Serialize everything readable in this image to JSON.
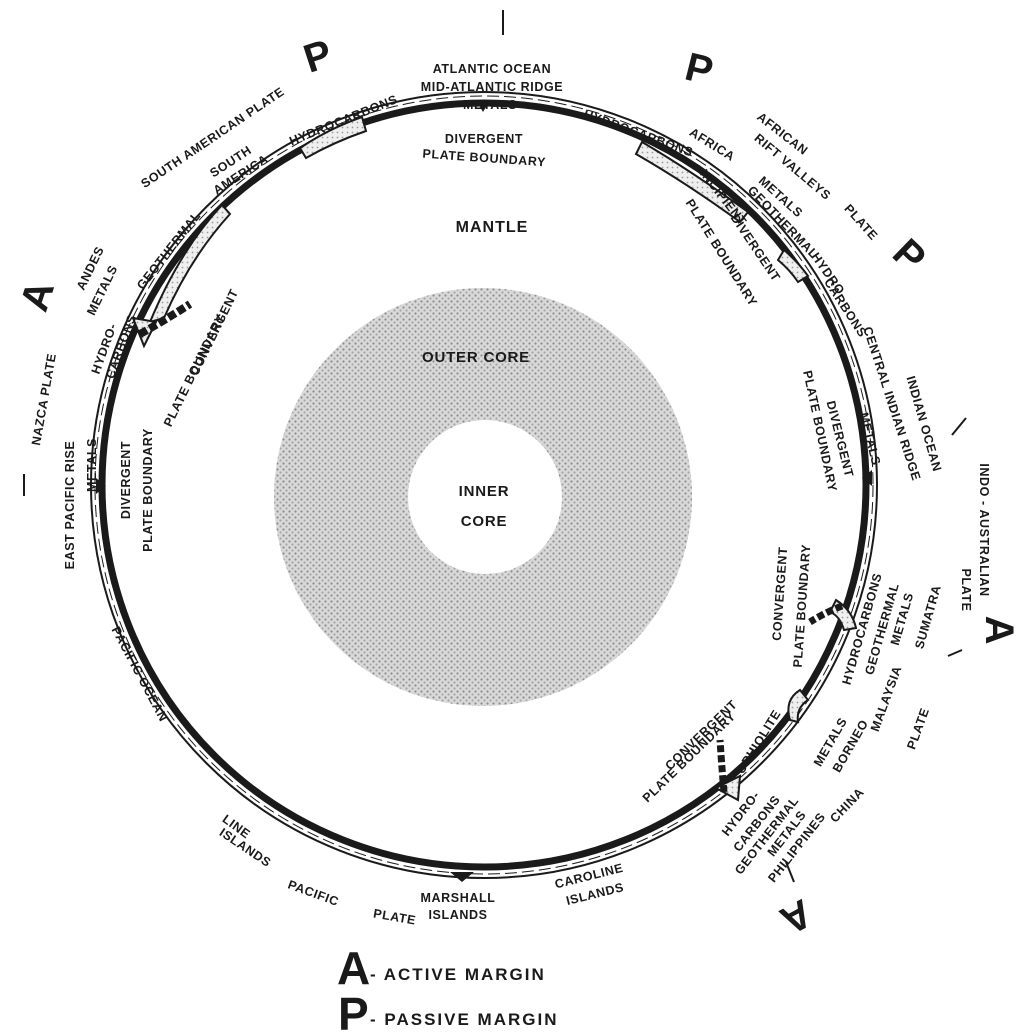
{
  "diagram": {
    "core_labels": {
      "mantle": "MANTLE",
      "outer_core": "OUTER CORE",
      "inner_core_1": "INNER",
      "inner_core_2": "CORE"
    },
    "margins": {
      "passive_nw": "P",
      "passive_n": "P",
      "passive_e": "P",
      "active_w": "A",
      "active_e": "A",
      "active_se": "A"
    },
    "outer_labels": {
      "atlantic_ocean": "ATLANTIC OCEAN",
      "mid_atlantic_ridge": "MID-ATLANTIC RIDGE",
      "metals_top": "METALS",
      "hydrocarbons_left": "HYDROCARBONS",
      "south_american_plate": "SOUTH AMERICAN PLATE",
      "south": "SOUTH",
      "america": "AMERICA",
      "geothermal_left": "GEOTHERMAL",
      "andes": "ANDES",
      "metals_andes": "METALS",
      "hydro_left": "HYDRO-",
      "carbons_left": "CARBONS",
      "nazca_plate": "NAZCA PLATE",
      "east_pacific_rise": "EAST PACIFIC RISE",
      "metals_epr": "METALS",
      "pacific_ocean": "PACIFIC OCEAN",
      "line": "LINE",
      "islands_line": "ISLANDS",
      "pacific": "PACIFIC",
      "plate_pacific": "PLATE",
      "marshall": "MARSHALL",
      "islands_marshall": "ISLANDS",
      "caroline": "CAROLINE",
      "islands_caroline": "ISLANDS",
      "hydrocarbons_right": "HYDROCARBONS",
      "africa": "AFRICA",
      "african": "AFRICAN",
      "rift_valleys": "RIFT VALLEYS",
      "metals_africa": "METALS",
      "plate_africa": "PLATE",
      "geothermal_africa": "GEOTHERMAL",
      "hydro_africa": "HYDRO-",
      "carbons_africa": "CARBONS",
      "indian_ocean": "INDIAN OCEAN",
      "central_indian_ridge": "CENTRAL INDIAN RIDGE",
      "metals_indian": "METALS",
      "indo_australian": "INDO - AUSTRALIAN",
      "plate_indo": "PLATE",
      "hydrocarbons_sumatra": "HYDROCARBONS",
      "geothermal_sumatra": "GEOTHERMAL",
      "metals_sumatra": "METALS",
      "sumatra": "SUMATRA",
      "malaysia": "MALAYSIA",
      "plate_malaysia": "PLATE",
      "metals_borneo": "METALS",
      "borneo": "BORNEO",
      "china": "CHINA",
      "hydro_phil": "HYDRO-",
      "carbons_phil": "CARBONS",
      "geothermal_phil": "GEOTHERMAL",
      "metals_phil": "METALS",
      "philippines": "PHILIPPINES"
    },
    "inner_labels": {
      "divergent_top_1": "DIVERGENT",
      "divergent_top_2": "PLATE BOUNDARY",
      "convergent_left_1": "CONVERGENT",
      "convergent_left_2": "PLATE BOUNDARY",
      "divergent_left_1": "DIVERGENT",
      "divergent_left_2": "PLATE BOUNDARY",
      "incipient_1": "INCIPIENT",
      "incipient_2": "DIVERGENT",
      "incipient_3": "PLATE BOUNDARY",
      "divergent_right_1": "DIVERGENT",
      "divergent_right_2": "PLATE BOUNDARY",
      "convergent_right_1": "CONVERGENT",
      "convergent_right_2": "PLATE BOUNDARY",
      "convergent_bottom_1": "CONVERGENT",
      "convergent_bottom_2": "PLATE BOUNDARY",
      "ophiolite": "OPHIOLITE"
    },
    "legend": {
      "active_letter": "A",
      "active_text": "- ACTIVE MARGIN",
      "passive_letter": "P",
      "passive_text": "- PASSIVE MARGIN"
    },
    "colors": {
      "ink": "#1a1a1a",
      "stipple": "#c8c8c8",
      "stipple_dark": "#9a9a9a",
      "paper": "#ffffff"
    }
  }
}
